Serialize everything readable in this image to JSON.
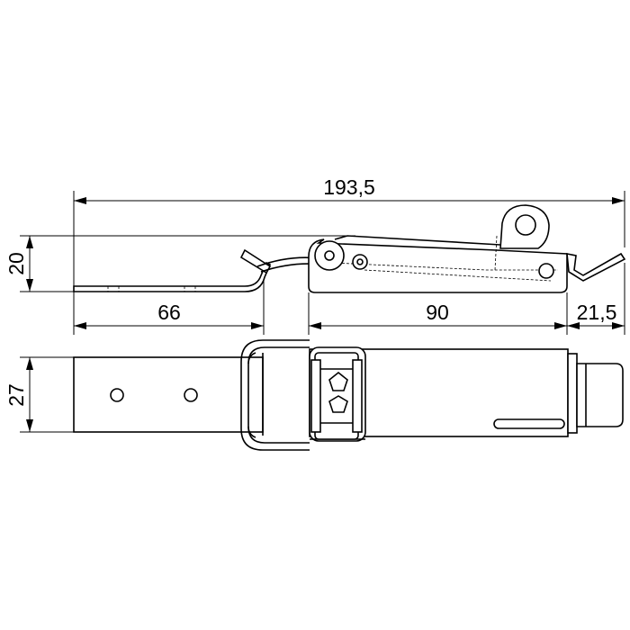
{
  "drawing": {
    "dimensions": {
      "overall_length": "193,5",
      "side_height": "20",
      "hook_length": "66",
      "base_length": "90",
      "overhang": "21,5",
      "plate_width": "27"
    }
  }
}
